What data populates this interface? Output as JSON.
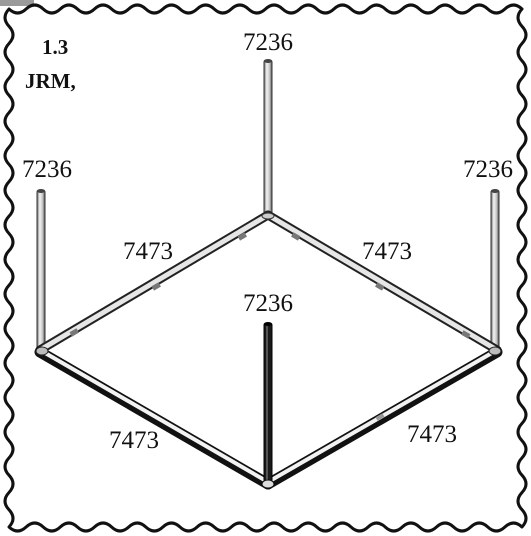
{
  "step": {
    "number": "1.3",
    "code": "JRM,"
  },
  "posts": {
    "back": "7236",
    "left": "7236",
    "right": "7236",
    "front": "7236"
  },
  "beams": {
    "back_left": "7473",
    "back_right": "7473",
    "front_left": "7473",
    "front_right": "7473"
  }
}
